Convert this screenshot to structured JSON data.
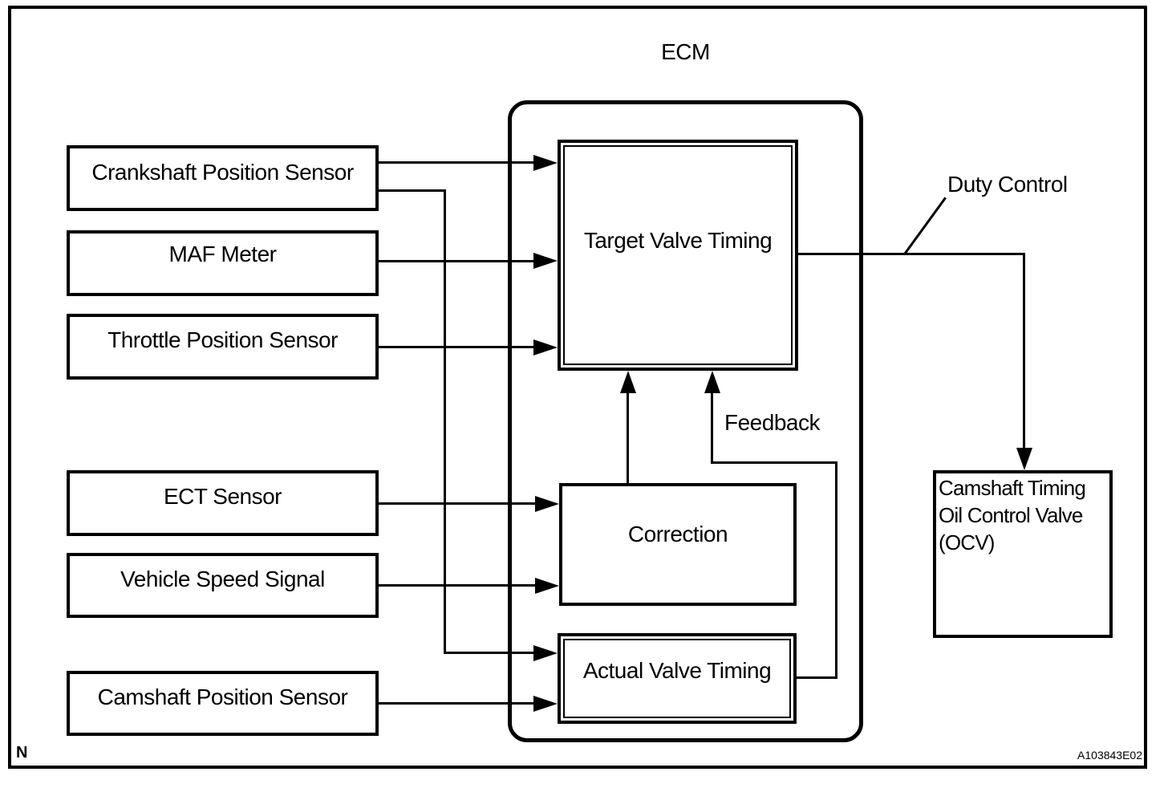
{
  "diagram": {
    "title": "ECM",
    "sensors": [
      {
        "label": "Crankshaft Position Sensor"
      },
      {
        "label": "MAF Meter"
      },
      {
        "label": "Throttle Position Sensor"
      },
      {
        "label": "ECT Sensor"
      },
      {
        "label": "Vehicle Speed Signal"
      },
      {
        "label": "Camshaft Position Sensor"
      }
    ],
    "ecm_blocks": {
      "target_valve_timing": "Target Valve Timing",
      "correction": "Correction",
      "actual_valve_timing": "Actual Valve Timing"
    },
    "annotations": {
      "feedback": "Feedback",
      "duty_control": "Duty Control"
    },
    "output_block": {
      "label": "Camshaft Timing Oil Control Valve (OCV)"
    },
    "footer": {
      "note": "N",
      "figure_id": "A103843E02"
    },
    "colors": {
      "line": "#000000",
      "background": "#ffffff"
    }
  }
}
